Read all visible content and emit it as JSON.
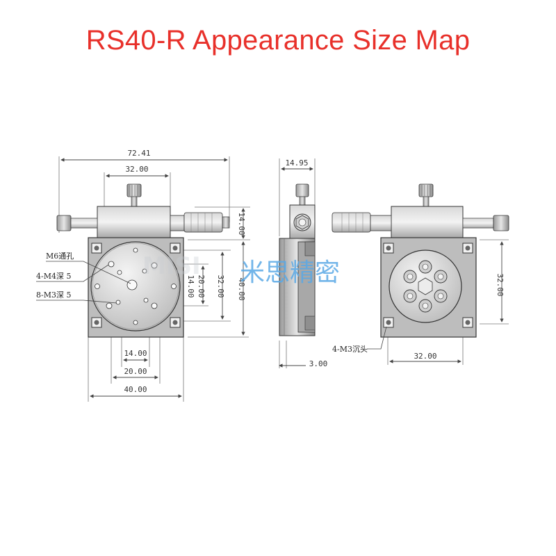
{
  "title": "RS40-R Appearance Size Map",
  "watermark": {
    "latin": "MISI",
    "chinese": "米思精密",
    "color": "#5aa9e6"
  },
  "title_color": "#e8302a",
  "front_view": {
    "dims": {
      "overall_width": "72.41",
      "top_width": "32.00",
      "upper_height": "14.00",
      "inner_14": "14.00",
      "inner_20": "20.00",
      "right_32": "32.00",
      "right_40": "40.00",
      "bottom_14": "14.00",
      "bottom_20": "20.00",
      "bottom_40": "40.00"
    },
    "notes": {
      "m6": "M6通孔",
      "m4": "4-M4深 5",
      "m3": "8-M3深 5"
    }
  },
  "side_view": {
    "dims": {
      "width": "14.95",
      "offset": "3.00"
    },
    "notes": {
      "m3_counter": "4-M3沉头"
    }
  },
  "back_view": {
    "dims": {
      "height_32": "32.00",
      "width_32": "32.00"
    }
  }
}
